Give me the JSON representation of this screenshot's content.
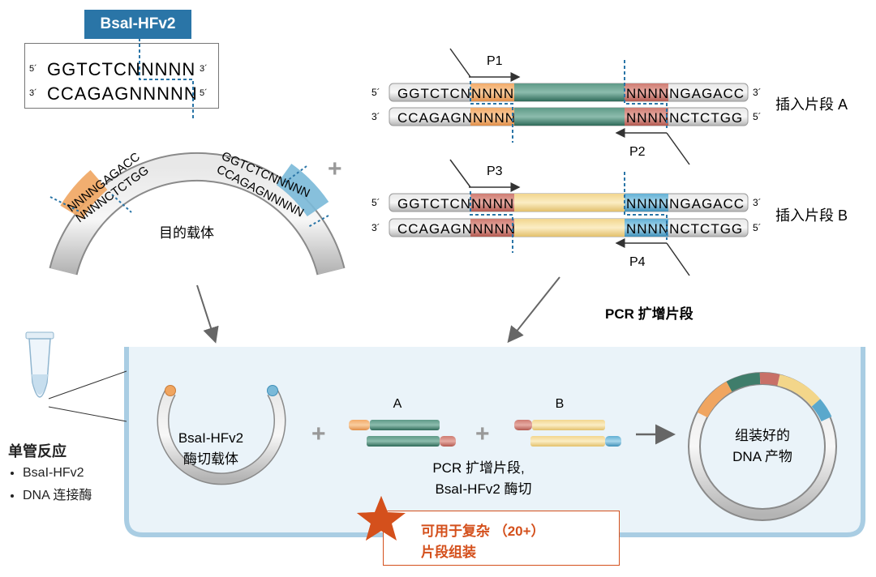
{
  "enzyme_tag": "BsaI-HFv2",
  "recognition_box": {
    "top_prime": "5´",
    "top_seq": "GGTCTCNNNNN",
    "top_end": "3´",
    "bottom_prime": "3´",
    "bottom_seq": "CCAGAGNNNNN",
    "bottom_end": "5´"
  },
  "vector": {
    "left_top": "NNNNGAGACC",
    "left_bottom": "NNNNCTCTGG",
    "right_top": "GGTCTCNNNNN",
    "right_bottom": "CCAGAGNNNNN",
    "label": "目的载体"
  },
  "plus": "+",
  "fragments": {
    "primer1": "P1",
    "primer2": "P2",
    "primer3": "P3",
    "primer4": "P4",
    "top_left_seq": "GGTCTCNNNNN",
    "top_right_seq": "NNNNNGAGACC",
    "bottom_left_seq": "CCAGAGNNNNN",
    "bottom_right_seq": "NNNNNCTCTGG",
    "prime5": "5´",
    "prime3": "3´",
    "label_a": "插入片段 A",
    "label_b": "插入片段 B"
  },
  "pcr_label": "PCR 扩增片段",
  "reaction": {
    "cut_vector_line1": "BsaI-HFv2",
    "cut_vector_line2": "酶切载体",
    "frag_a": "A",
    "frag_b": "B",
    "pcr_line1": "PCR 扩增片段,",
    "pcr_line2": "BsaI-HFv2 酶切",
    "product_line1": "组装好的",
    "product_line2": "DNA 产物"
  },
  "single_tube": {
    "title": "单管反应",
    "items": [
      "BsaI-HFv2",
      "DNA 连接酶"
    ]
  },
  "note": {
    "line1": "可用于复杂 （20+）",
    "line2": "片段组装"
  },
  "colors": {
    "orange": "#f0a560",
    "teal": "#3f7d6b",
    "red": "#c87068",
    "yellow": "#f3d68a",
    "blue": "#5aa8cc",
    "gray": "#b9b9b9",
    "accent_blue": "#2a75a7",
    "note_red": "#d4501c"
  }
}
